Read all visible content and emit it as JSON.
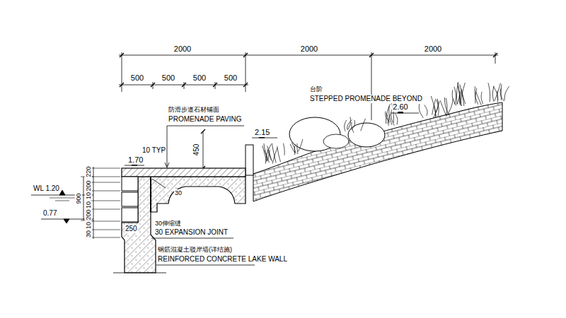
{
  "diagram": {
    "labels": [
      "2000",
      "2000",
      "2000",
      "500",
      "500",
      "500",
      "500",
      "台阶",
      "STEPPED PROMENADE BEYOND",
      "2.60",
      "防滑步道石材铺面",
      "PROMENADE PAVING",
      "2.15",
      "1.70",
      "10 TYP",
      "450",
      "220",
      "900",
      "200",
      "10",
      "10",
      "200",
      "10",
      "30",
      "WL 1.20",
      "0.77",
      "30",
      "250",
      "30伸缩缝",
      "30 EXPANSION JOINT",
      "钢筋混凝土驳岸墙(详结施)",
      "REINFORCED CONCRETE LAKE WALL"
    ]
  }
}
